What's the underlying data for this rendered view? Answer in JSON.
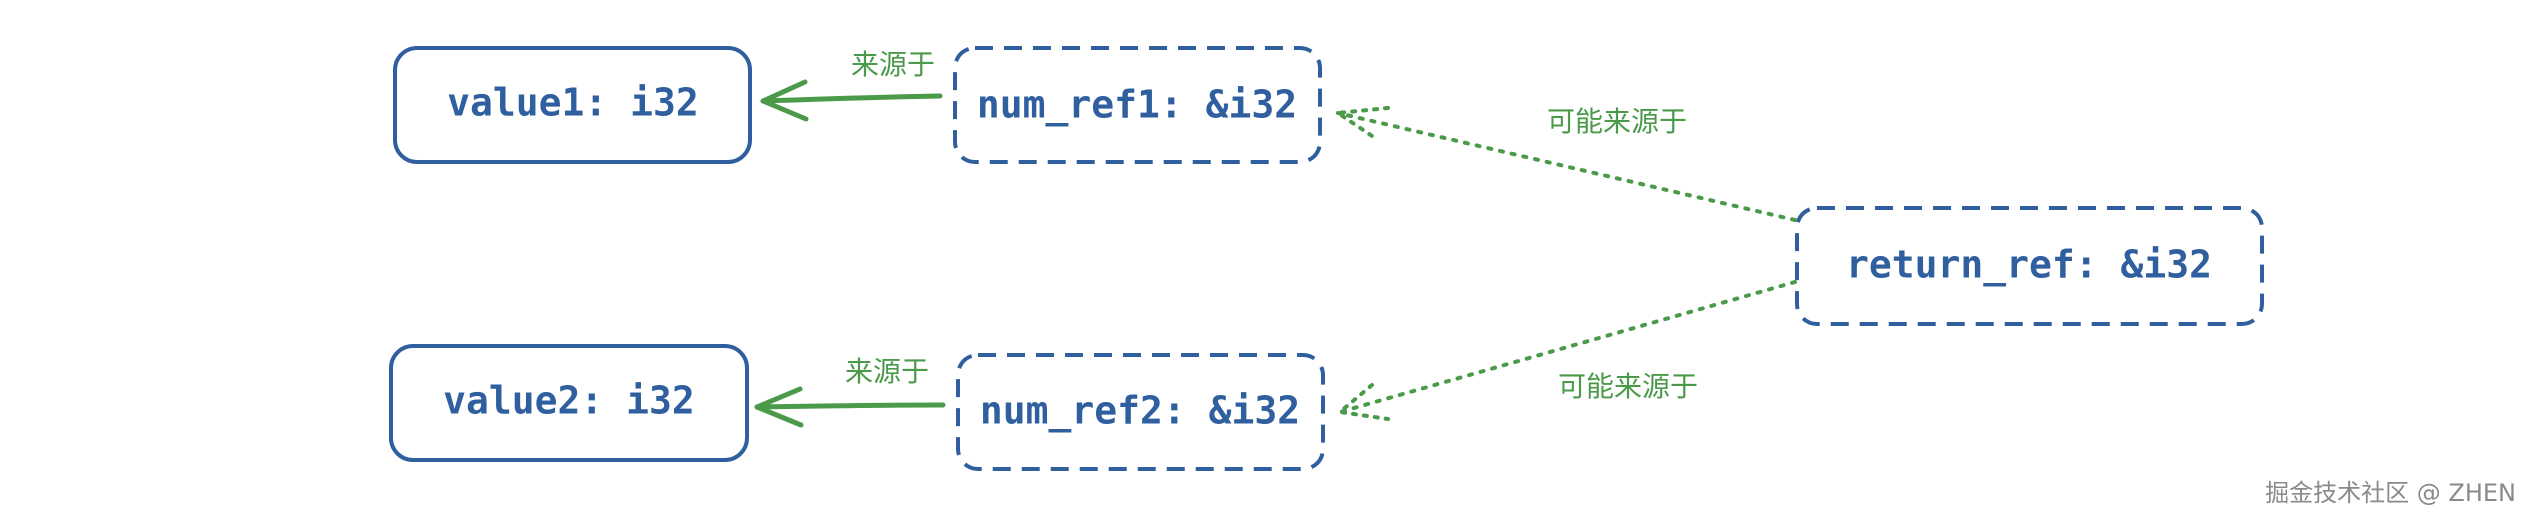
{
  "diagram": {
    "nodes": {
      "value1": {
        "label": "value1: i32",
        "style": "solid"
      },
      "value2": {
        "label": "value2: i32",
        "style": "solid"
      },
      "num_ref1": {
        "label": "num_ref1: &i32",
        "style": "dashed"
      },
      "num_ref2": {
        "label": "num_ref2: &i32",
        "style": "dashed"
      },
      "return_ref": {
        "label": "return_ref: &i32",
        "style": "dashed"
      }
    },
    "edges": {
      "ref1_to_value1": {
        "label": "来源于",
        "style": "solid"
      },
      "ref2_to_value2": {
        "label": "来源于",
        "style": "solid"
      },
      "return_to_ref1": {
        "label": "可能来源于",
        "style": "dotted"
      },
      "return_to_ref2": {
        "label": "可能来源于",
        "style": "dotted"
      }
    },
    "colors": {
      "node_border": "#2f5f9e",
      "node_text": "#2f5f9e",
      "edge": "#4a9a4a",
      "watermark": "#8a8a8a"
    }
  },
  "watermark": "掘金技术社区 @ ZHEN"
}
